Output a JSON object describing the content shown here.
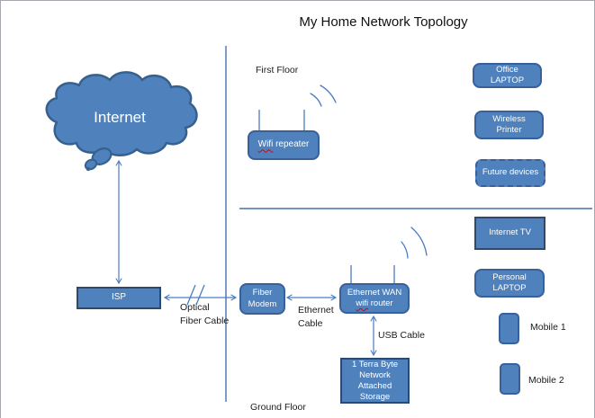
{
  "title": "My Home Network Topology",
  "floors": {
    "first": "First Floor",
    "ground": "Ground Floor"
  },
  "cables": {
    "optical_line1": "Optical",
    "optical_line2": "Fiber Cable",
    "ethernet_line1": "Ethernet",
    "ethernet_line2": "Cable",
    "usb": "USB Cable"
  },
  "nodes": {
    "internet": {
      "label": "Internet"
    },
    "isp": {
      "label": "ISP"
    },
    "fiber_modem": {
      "line1": "Fiber",
      "line2": "Modem"
    },
    "router": {
      "line1": "Ethernet WAN",
      "line2_word1": "wifi",
      "line2_word2": "router"
    },
    "nas": {
      "line1": "1 Terra Byte",
      "line2": "Network",
      "line3": "Attached",
      "line4": "Storage"
    },
    "wifi_repeater": {
      "word1": "Wifi",
      "word2": "repeater"
    },
    "office_laptop": {
      "line1": "Office",
      "line2": "LAPTOP"
    },
    "wireless_printer": {
      "line1": "Wireless",
      "line2": "Printer"
    },
    "future_devices": {
      "label": "Future devices"
    },
    "internet_tv": {
      "label": "Internet TV"
    },
    "personal_laptop": {
      "line1": "Personal",
      "line2": "LAPTOP"
    },
    "mobile_1": {
      "label": "Mobile 1"
    },
    "mobile_2": {
      "label": "Mobile 2"
    }
  },
  "colors": {
    "box_fill": "#4f81bd",
    "rounded_border": "#38609c",
    "sharp_border": "#2a4a71",
    "connector": "#4a7cc0",
    "divider": "#4472a8",
    "cloud_stroke": "#36618e",
    "spellcheck_underline": "#e00000",
    "page_border": "#a7a7af"
  }
}
